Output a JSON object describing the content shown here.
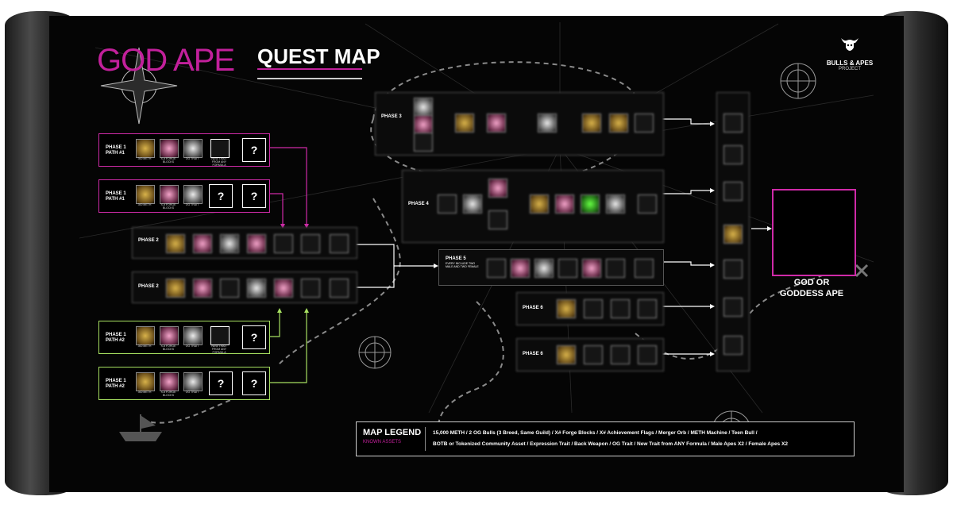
{
  "header": {
    "title_accent": "GOD APE",
    "title_main": "QUEST MAP"
  },
  "brand": {
    "name": "BULLS & APES",
    "sub": "PROJECT"
  },
  "phase1": [
    {
      "phase": "PHASE 1",
      "path": "PATH #1",
      "color": "#cf2aa8",
      "tiles": [
        "gold",
        "pink",
        "white",
        "blank",
        "q"
      ],
      "captions": [
        "300 METH",
        "X-# FORGE BLOCKS",
        "OG TRAIT",
        "NEW TRAIT FROM ANY FORMULA"
      ]
    },
    {
      "phase": "PHASE 1",
      "path": "PATH #1",
      "color": "#cf2aa8",
      "tiles": [
        "gold",
        "pink",
        "white",
        "q",
        "q"
      ],
      "captions": [
        "300 METH",
        "X-# FORGE BLOCKS",
        "OG TRAIT"
      ]
    },
    {
      "phase": "PHASE 1",
      "path": "PATH #2",
      "color": "#a7e061",
      "tiles": [
        "gold",
        "pink",
        "white",
        "blank",
        "q"
      ],
      "captions": [
        "300 METH",
        "X-# FORGE BLOCKS",
        "OG TRAIT",
        "NEW TRAIT FROM ANY FORMULA"
      ]
    },
    {
      "phase": "PHASE 1",
      "path": "PATH #2",
      "color": "#a7e061",
      "tiles": [
        "gold",
        "pink",
        "white",
        "q",
        "q"
      ],
      "captions": [
        "300 METH",
        "X-# FORGE BLOCKS",
        "OG TRAIT"
      ]
    }
  ],
  "phases": {
    "phase2": "PHASE 2",
    "phase3": "PHASE 3",
    "phase4": "PHASE 4",
    "phase5": "PHASE 5",
    "phase5_note": "EVERY INCLUDE TWO MALE AND TWO FEMALE",
    "phase6": "PHASE 6"
  },
  "final": {
    "line1": "GOD OR",
    "line2": "GODDESS APE"
  },
  "legend": {
    "title": "MAP LEGEND",
    "subtitle": "KNOWN ASSETS",
    "row1": "15,000 METH   /   2 OG Bulls (3 Breed, Same Guild)   /   X# Forge Blocks   /   X# Achievement Flags   /   Merger Orb   /   METH Machine   /   Teen Bull   /",
    "row2": "BOTB or Tokenized Community Asset   /   Expression Trait   /   Back Weapon   /   OG Trait   /   New Trait from ANY Formula   /   Male Apes X2   /   Female Apes X2"
  },
  "colors": {
    "pink": "#cf2aa8",
    "green": "#a7e061",
    "teal": "#1f5e63",
    "background": "#050505"
  }
}
